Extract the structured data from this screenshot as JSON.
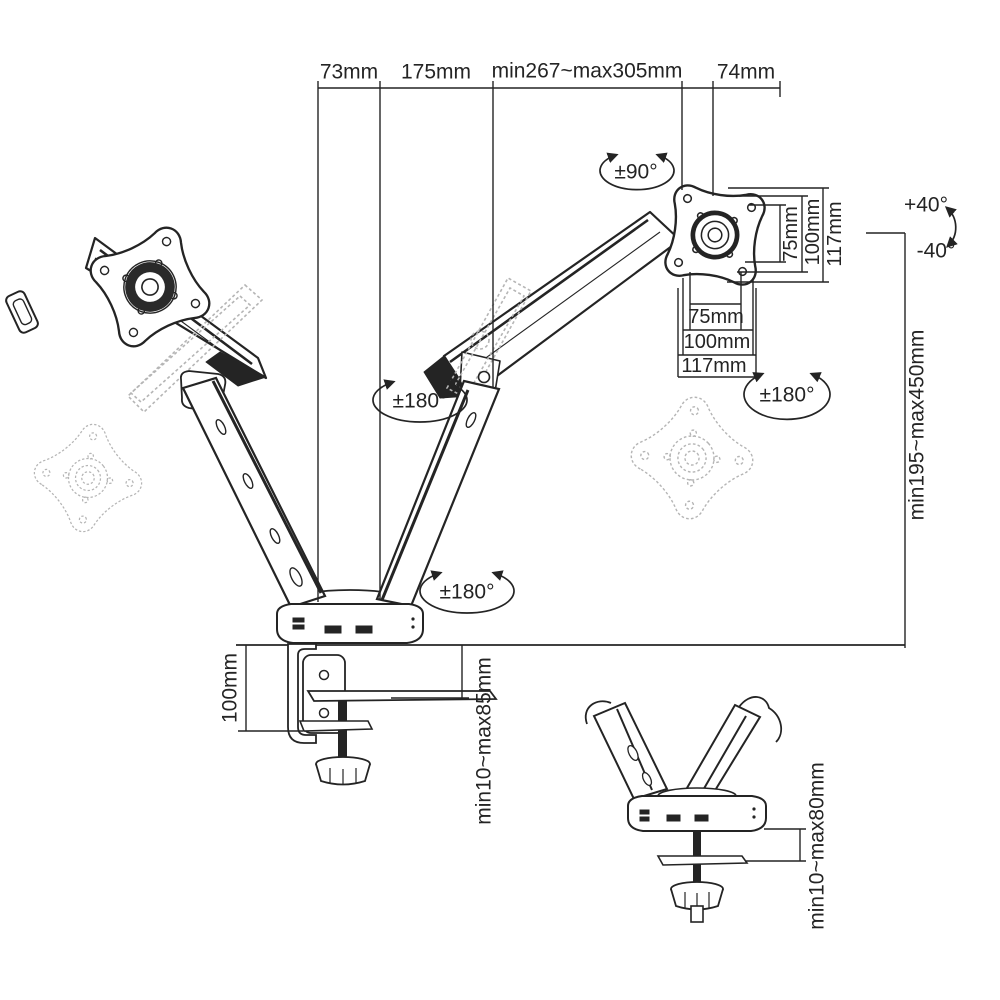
{
  "dimensions": {
    "top_left_offset": "73mm",
    "top_lower_arm": "175mm",
    "top_reach_range": "min267~max305mm",
    "top_plate_width": "74mm",
    "vesa_vertical_75": "75mm",
    "vesa_vertical_100": "100mm",
    "vesa_vertical_117": "117mm",
    "vesa_horizontal_75": "75mm",
    "vesa_horizontal_100": "100mm",
    "vesa_horizontal_117": "117mm",
    "height_adjust_range": "min195~max450mm",
    "clamp_column_height": "100mm",
    "clamp_desk_thickness": "min10~max85mm",
    "grommet_desk_thickness": "min10~max80mm"
  },
  "angles": {
    "vesa_rotation": "±90°",
    "tilt_up": "+40°",
    "tilt_down": "-40°",
    "forearm_swivel": "±180°",
    "arm_swivel": "±180°",
    "base_swivel": "±180°"
  }
}
